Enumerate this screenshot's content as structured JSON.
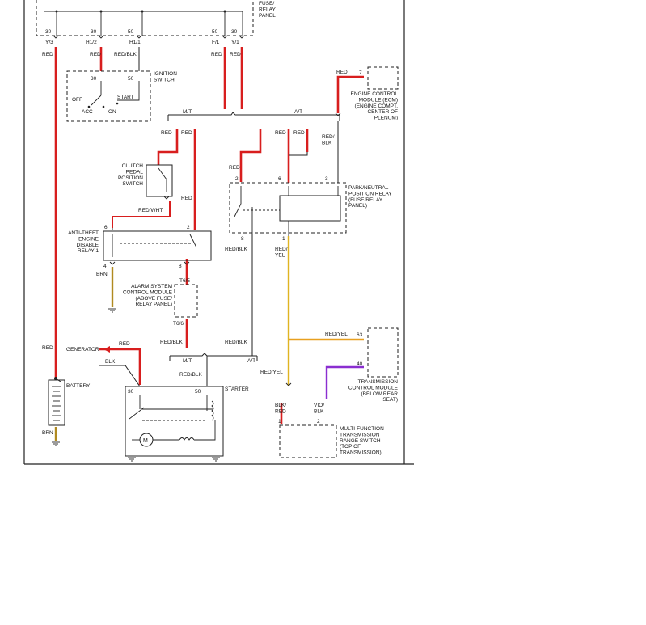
{
  "fuse_panel": {
    "label": "FUSE/\nRELAY\nPANEL",
    "terminals": [
      {
        "pin": "30",
        "id": "Y/3"
      },
      {
        "pin": "30",
        "id": "H1/2"
      },
      {
        "pin": "50",
        "id": "H1/1"
      },
      {
        "pin": "50",
        "id": "F/1"
      },
      {
        "pin": "30",
        "id": "Y/1"
      }
    ]
  },
  "wire_labels": {
    "red": "RED",
    "red_blk": "RED/BLK",
    "red_wht": "RED/WHT",
    "red_yel": "RED/YEL",
    "red_yel_split": "RED/\nYEL",
    "red_blk_split": "RED/\nBLK",
    "blk": "BLK",
    "brn": "BRN",
    "blk_red": "BLK/\nRED",
    "vio_blk": "VIO/\nBLK"
  },
  "transmission_labels": {
    "mt": "M/T",
    "at": "A/T"
  },
  "ignition_switch": {
    "label": "IGNITION\nSWITCH",
    "pin_left": "30",
    "pin_right": "50",
    "positions": {
      "off": "OFF",
      "acc": "ACC",
      "on": "ON",
      "start": "START"
    }
  },
  "ecm": {
    "label": "ENGINE CONTROL\nMODULE (ECM)\n(ENGINE COMPT.\nCENTER OF\nPLENUM)",
    "pin": "7"
  },
  "clutch_switch": {
    "label": "CLUTCH\nPEDAL\nPOSITION\nSWITCH"
  },
  "park_neutral_relay": {
    "label": "PARK/NEUTRAL\nPOSITION RELAY\n(FUSE/RELAY\nPANEL)",
    "pins": [
      "2",
      "6",
      "3",
      "8",
      "1"
    ]
  },
  "anti_theft_relay": {
    "label": "ANTI-THEFT\nENGINE\nDISABLE\nRELAY 1",
    "pins": [
      "6",
      "2",
      "4",
      "8"
    ]
  },
  "alarm_module": {
    "label": "ALARM SYSTEM\nCONTROL MODULE\n(ABOVE FUSE/\nRELAY PANEL)",
    "pins": [
      "T6/5",
      "T6/6"
    ]
  },
  "tcm": {
    "label": "TRANSMISSION\nCONTROL MODULE\n(BELOW REAR\nSEAT)",
    "pins": [
      "63",
      "40"
    ]
  },
  "generator": {
    "label": "GENERATOR"
  },
  "battery": {
    "label": "BATTERY"
  },
  "starter": {
    "label": "STARTER",
    "pins": [
      "30",
      "50"
    ],
    "motor": "M"
  },
  "range_switch": {
    "label": "MULTI-FUNCTION\nTRANSMISSION\nRANGE SWITCH\n(TOP OF\nTRANSMISSION)",
    "pins": [
      "1",
      "2"
    ]
  },
  "colors": {
    "red": "#d81e1e",
    "yellow": "#e0b422",
    "orange": "#e8a020",
    "violet": "#8a2ed0",
    "brown": "#b08a20",
    "line": "#222222"
  }
}
